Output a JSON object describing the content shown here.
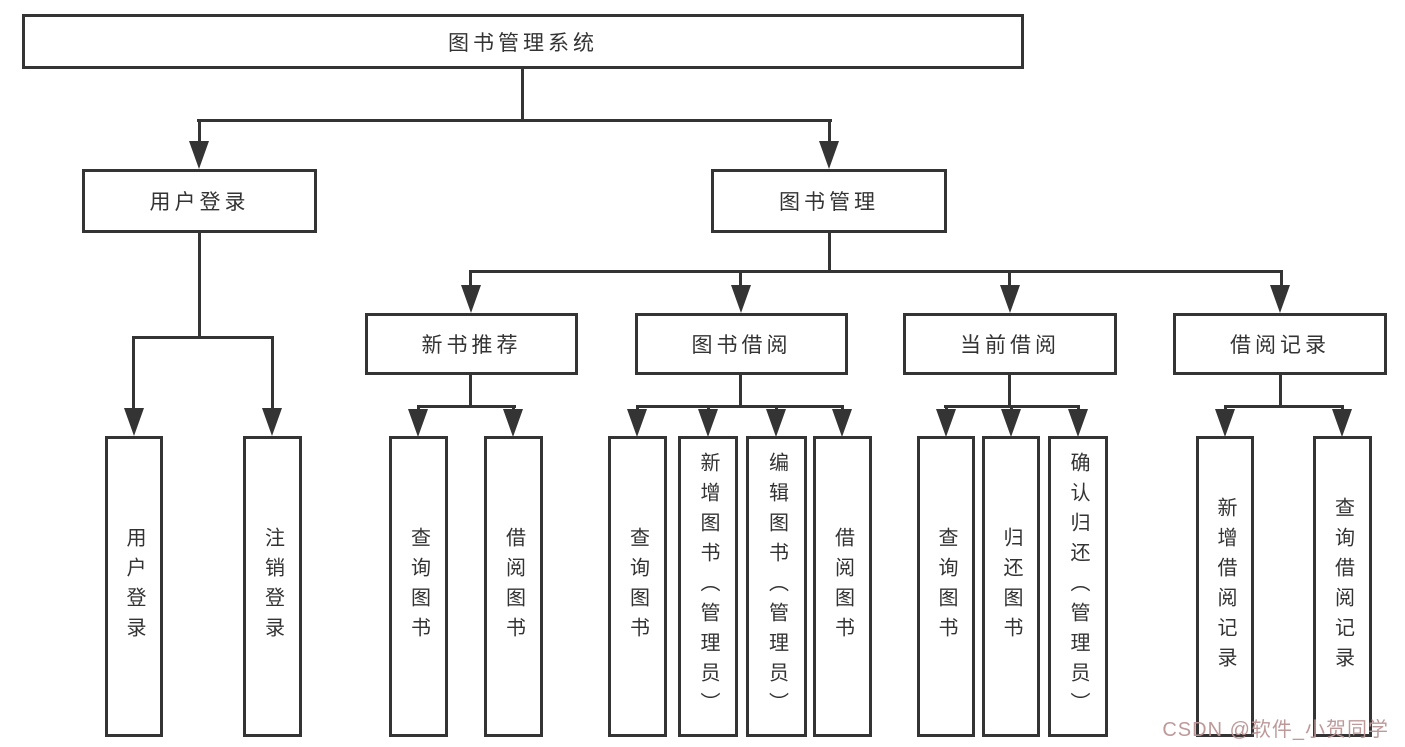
{
  "tree": {
    "root": {
      "label": "图书管理系统"
    },
    "branches": [
      {
        "label": "用户登录",
        "children": [
          {
            "label": "用户登录"
          },
          {
            "label": "注销登录"
          }
        ]
      },
      {
        "label": "图书管理",
        "children": [
          {
            "label": "新书推荐",
            "children": [
              {
                "label": "查询图书"
              },
              {
                "label": "借阅图书"
              }
            ]
          },
          {
            "label": "图书借阅",
            "children": [
              {
                "label": "查询图书"
              },
              {
                "label": "新增图书（管理员）"
              },
              {
                "label": "编辑图书（管理员）"
              },
              {
                "label": "借阅图书"
              }
            ]
          },
          {
            "label": "当前借阅",
            "children": [
              {
                "label": "查询图书"
              },
              {
                "label": "归还图书"
              },
              {
                "label": "确认归还（管理员）"
              }
            ]
          },
          {
            "label": "借阅记录",
            "children": [
              {
                "label": "新增借阅记录"
              },
              {
                "label": "查询借阅记录"
              }
            ]
          }
        ]
      }
    ]
  },
  "watermark": {
    "text": "CSDN @软件_小贺同学",
    "color": "#bb9494"
  },
  "colors": {
    "line": "#343434",
    "text": "#333333",
    "background": "#ffffff"
  }
}
